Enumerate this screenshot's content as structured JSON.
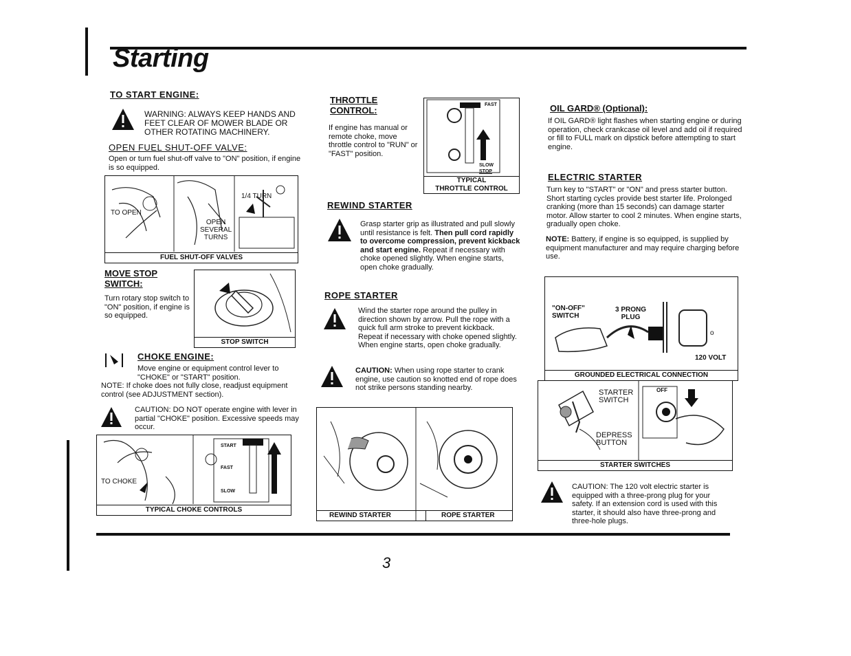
{
  "page": {
    "title": "Starting",
    "page_number": "3"
  },
  "to_start_engine": {
    "heading": "TO START ENGINE:",
    "warning": "WARNING: ALWAYS KEEP HANDS AND FEET CLEAR OF MOWER BLADE OR OTHER ROTATING MACHINERY."
  },
  "fuel_valve": {
    "heading": "OPEN FUEL SHUT-OFF VALVE:",
    "text": "Open or turn fuel shut-off valve to \"ON\" position, if engine is so equipped.",
    "label_to_open": "TO OPEN",
    "label_open_several": "OPEN\nSEVERAL\nTURNS",
    "label_quarter_turn": "1/4 TURN",
    "caption": "FUEL SHUT-OFF VALVES"
  },
  "stop_switch": {
    "heading": "MOVE STOP SWITCH:",
    "text": "Turn rotary stop switch to \"ON\" position, if engine is so equipped.",
    "caption": "STOP SWITCH"
  },
  "choke": {
    "heading": "CHOKE ENGINE:",
    "text": "Move engine or equipment control lever to \"CHOKE\" or \"START\" position.",
    "note": "NOTE: If choke does not fully close, readjust equipment control (see ADJUSTMENT section).",
    "caution": "CAUTION: DO NOT operate engine with lever in partial \"CHOKE\" position. Excessive speeds may occur.",
    "label_to_choke": "TO CHOKE",
    "label_start": "START",
    "label_fast": "FAST",
    "label_slow": "SLOW",
    "caption": "TYPICAL CHOKE CONTROLS"
  },
  "throttle": {
    "heading": "THROTTLE CONTROL:",
    "text": "If engine has manual or remote choke, move throttle control to \"RUN\" or \"FAST\" position.",
    "label_fast": "FAST",
    "label_slow": "SLOW",
    "label_stop": "STOP",
    "caption": "TYPICAL\nTHROTTLE CONTROL"
  },
  "rewind": {
    "heading": "REWIND STARTER",
    "text_plain": "Grasp starter grip as illustrated and pull slowly until resistance is felt.",
    "text_bold": "Then pull cord rapidly to overcome compression, prevent kickback and start engine.",
    "text_plain2": "Repeat if necessary with choke opened slightly. When engine starts, open choke gradually."
  },
  "rope": {
    "heading": "ROPE STARTER",
    "text": "Wind the starter rope around the pulley in direction shown by arrow. Pull the rope with a quick full arm stroke to prevent kickback. Repeat if necessary with choke opened slightly. When engine starts, open choke gradually.",
    "caution_label": "CAUTION:",
    "caution": "When using rope starter to crank engine, use caution so knotted end of rope does not strike persons standing nearby.",
    "caption_rewind": "REWIND STARTER",
    "caption_rope": "ROPE STARTER"
  },
  "oil_gard": {
    "heading": "OIL GARD® (Optional):",
    "text": "If OIL GARD® light flashes when starting engine or during operation, check crankcase oil level and add oil if required or fill to FULL mark on dipstick before attempting to start engine."
  },
  "electric": {
    "heading": "ELECTRIC STARTER",
    "text": "Turn key to \"START\" or \"ON\" and press starter button. Short starting cycles provide best starter life. Prolonged cranking (more than 15 seconds) can damage starter motor. Allow starter to cool 2 minutes. When engine starts, gradually open choke.",
    "note_label": "NOTE:",
    "note": "Battery, if engine is so equipped, is supplied by equipment manufacturer and may require charging before use.",
    "label_on_off": "\"ON-OFF\"\nSWITCH",
    "label_plug": "3 PRONG\nPLUG",
    "label_volt": "120 VOLT",
    "caption_grounded": "GROUNDED ELECTRICAL CONNECTION",
    "label_starter_switch": "STARTER\nSWITCH",
    "label_depress": "DEPRESS\nBUTTON",
    "label_off": "OFF",
    "caption_switches": "STARTER SWITCHES",
    "caution": "CAUTION: The 120 volt electric starter is equipped with a three-prong plug for your safety. If an extension cord is used with this starter, it should also have three-prong and three-hole plugs."
  }
}
